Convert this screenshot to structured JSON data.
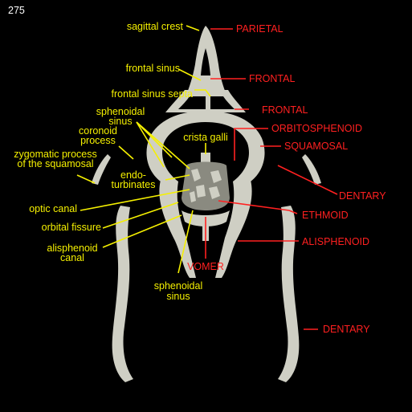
{
  "slice_number": "275",
  "colors": {
    "background": "#000000",
    "yellow_label": "#f5f000",
    "red_label": "#ff2020",
    "bone": "#cfcfc4"
  },
  "yellow_labels": {
    "sagittal_crest": "sagittal crest",
    "frontal_sinus": "frontal sinus",
    "frontal_sinus_septa": "frontal sinus septa",
    "sphenoidal_sinus_top_1": "sphenoidal",
    "sphenoidal_sinus_top_2": "sinus",
    "coronoid_process_1": "coronoid",
    "coronoid_process_2": "process",
    "crista_galli": "crista galli",
    "zygomatic_1": "zygomatic process",
    "zygomatic_2": "of the squamosal",
    "endo_1": "endo-",
    "endo_2": "turbinates",
    "optic_canal": "optic canal",
    "orbital_fissure": "orbital fissure",
    "alisphenoid_canal_1": "alisphenoid",
    "alisphenoid_canal_2": "canal",
    "sphenoidal_sinus_bottom_1": "sphenoidal",
    "sphenoidal_sinus_bottom_2": "sinus"
  },
  "red_labels": {
    "parietal": "PARIETAL",
    "frontal_1": "FRONTAL",
    "frontal_2": "FRONTAL",
    "orbitosphenoid": "ORBITOSPHENOID",
    "squamosal": "SQUAMOSAL",
    "dentary_upper": "DENTARY",
    "ethmoid": "ETHMOID",
    "alisphenoid": "ALISPHENOID",
    "vomer": "VOMER",
    "dentary_lower": "DENTARY"
  }
}
